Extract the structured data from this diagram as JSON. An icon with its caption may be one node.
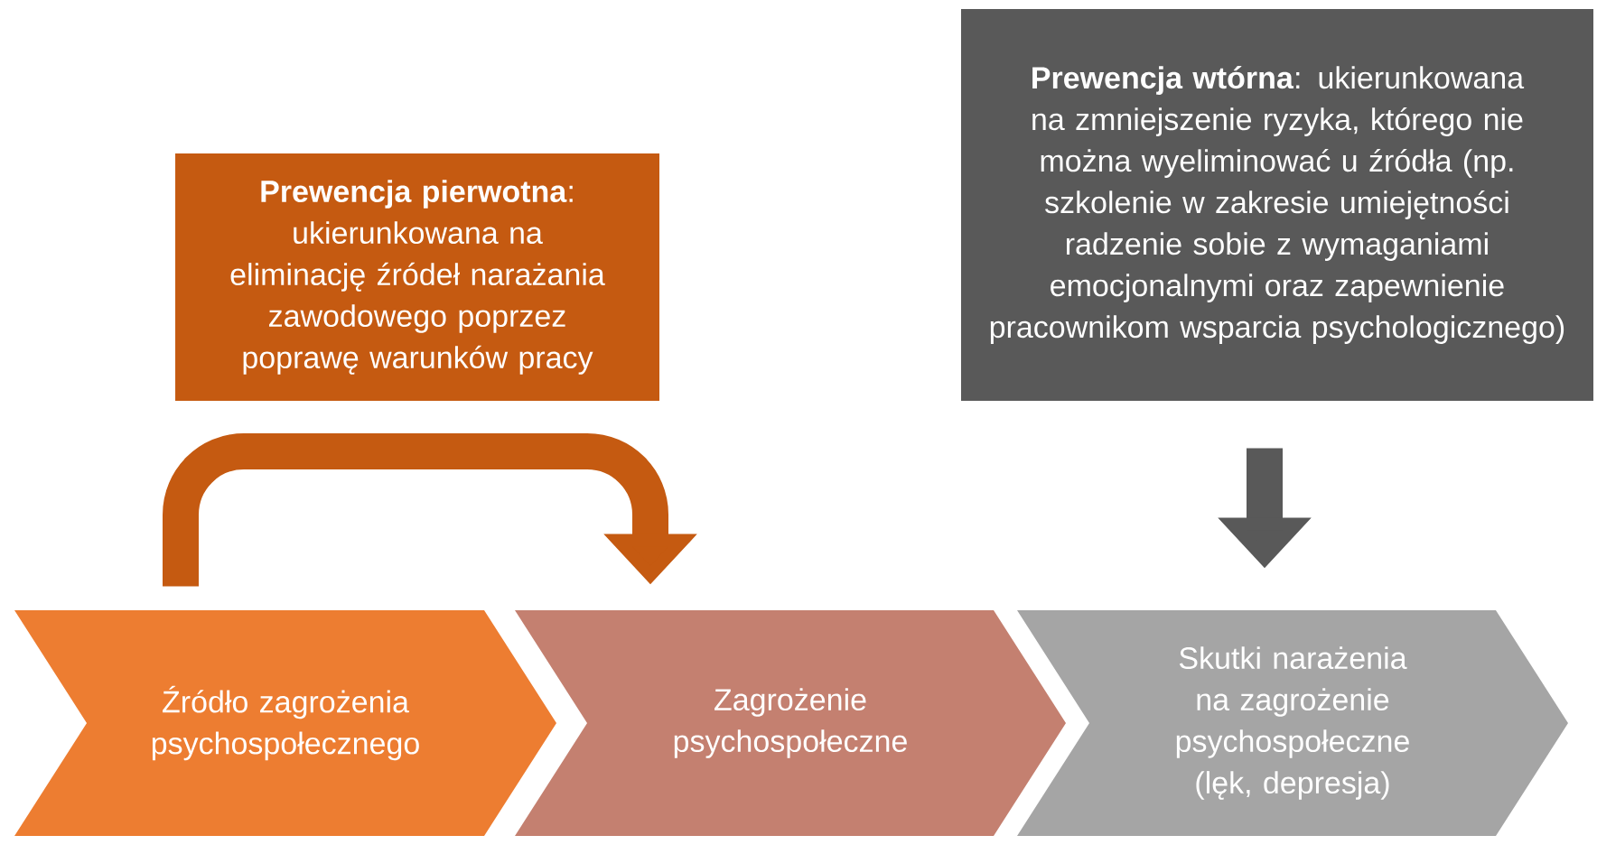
{
  "diagram": {
    "nodes": [
      {
        "text": [
          "**Prewencja pierwotna**: ukierunkowana na eliminację źródeł narażania zawodowego poprzez poprawę warunków pracy"
        ]
      },
      {
        "text": [
          "**Prewencja wtórna**: ukierunkowana na zmniejszenie ryzyka, którego nie można wyeliminować u źródła (np. szkolenie w zakresie umiejętności radzenie sobie z wymaganiami emocjonalnymi oraz zapewnienie pracownikom wsparcia psychologicznego)"
        ]
      },
      {
        "text": [
          "Źródło zagrożenia psychospołecznego"
        ]
      },
      {
        "text": [
          "Zagrożenie psychospołeczne"
        ]
      },
      {
        "text": [
          "Skutki narażenia na zagrożenie psychospołeczne (lęk, depresja)"
        ]
      }
    ],
    "edges": [
      {
        "from": 2,
        "to": 3,
        "arrow": "to",
        "color": "#c55a11"
      },
      {
        "from": 1,
        "to": 4,
        "arrow": "to",
        "color": "#595959"
      }
    ]
  }
}
